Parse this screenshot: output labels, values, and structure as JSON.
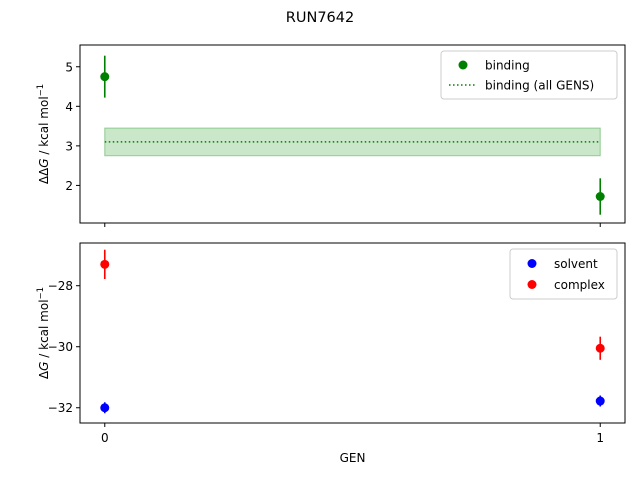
{
  "figure_title": "RUN7642",
  "chart_data": [
    {
      "type": "scatter",
      "panel": "top",
      "title": "",
      "xlabel": "",
      "ylabel_html": [
        "ΔΔ",
        "G",
        " / kcal mol",
        "−1"
      ],
      "x_ticks": [
        0,
        1
      ],
      "x_tick_labels": [
        "",
        ""
      ],
      "xlim": [
        -0.05,
        1.05
      ],
      "ylim": [
        1.05,
        5.55
      ],
      "y_ticks": [
        2,
        3,
        4,
        5
      ],
      "y_tick_labels": [
        "2",
        "3",
        "4",
        "5"
      ],
      "grid": false,
      "legend_position": "upper right",
      "series": [
        {
          "name": "binding",
          "kind": "points_with_errorbars",
          "color": "#008000",
          "x": [
            0,
            1
          ],
          "y": [
            4.75,
            1.72
          ],
          "yerr": [
            0.53,
            0.46
          ]
        },
        {
          "name": "binding (all GENS)",
          "kind": "hline_with_band",
          "color": "#008000",
          "linestyle": "dotted",
          "x_range": [
            0,
            1
          ],
          "y": 3.1,
          "band": [
            2.75,
            3.45
          ],
          "band_color": "#2ca02c",
          "band_alpha": 0.25
        }
      ]
    },
    {
      "type": "scatter",
      "panel": "bottom",
      "title": "",
      "xlabel": "GEN",
      "ylabel_html": [
        "Δ",
        "G",
        " / kcal mol",
        "−1"
      ],
      "x_ticks": [
        0,
        1
      ],
      "x_tick_labels": [
        "0",
        "1"
      ],
      "xlim": [
        -0.05,
        1.05
      ],
      "ylim": [
        -32.5,
        -26.6
      ],
      "y_ticks": [
        -32,
        -30,
        -28
      ],
      "y_tick_labels": [
        "−32",
        "−30",
        "−28"
      ],
      "grid": false,
      "legend_position": "upper right",
      "series": [
        {
          "name": "solvent",
          "kind": "points_with_errorbars",
          "color": "#0000ff",
          "x": [
            0,
            1
          ],
          "y": [
            -32.0,
            -31.78
          ],
          "yerr": [
            0.18,
            0.18
          ]
        },
        {
          "name": "complex",
          "kind": "points_with_errorbars",
          "color": "#ff0000",
          "x": [
            0,
            1
          ],
          "y": [
            -27.3,
            -30.05
          ],
          "yerr": [
            0.48,
            0.38
          ]
        }
      ]
    }
  ]
}
